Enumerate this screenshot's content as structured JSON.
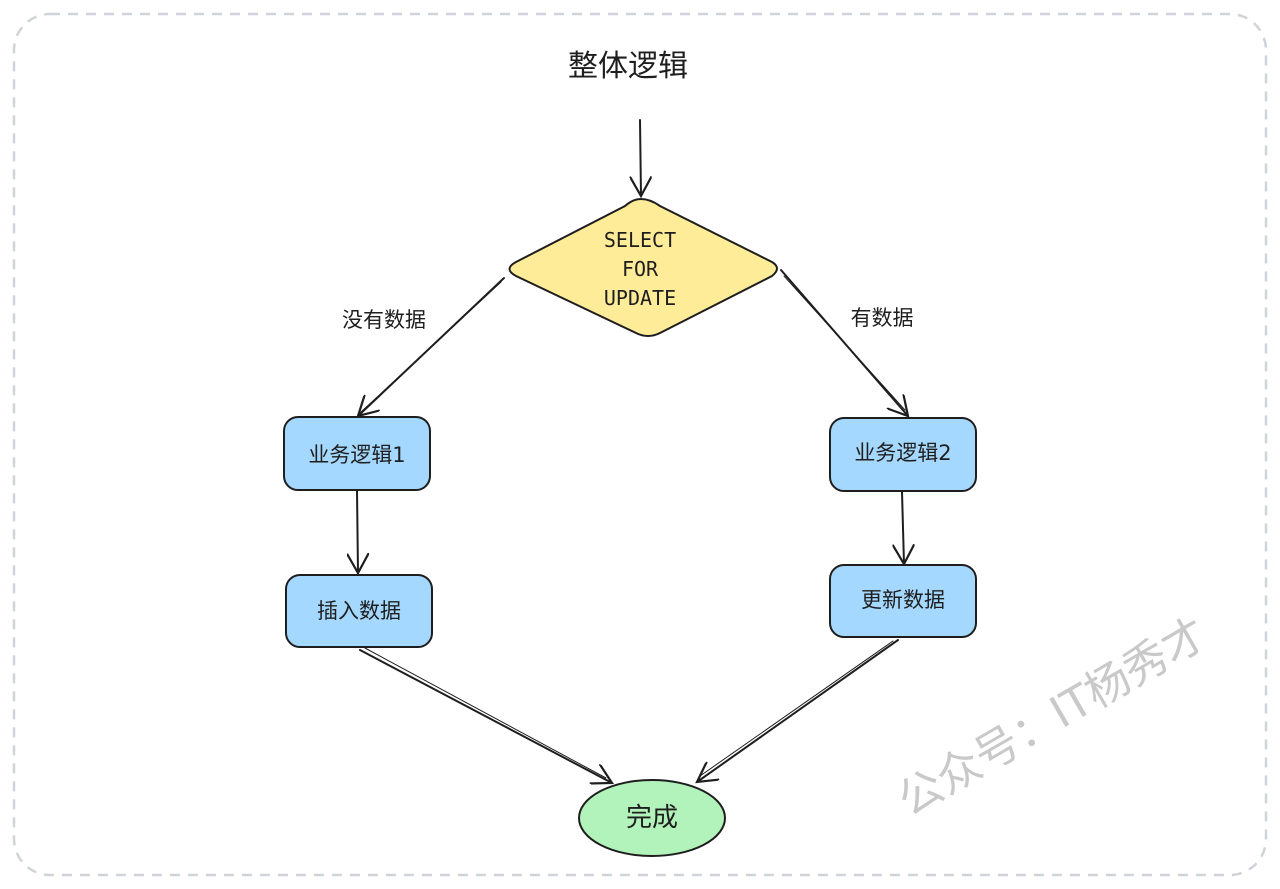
{
  "title": "整体逻辑",
  "decision": {
    "line1": "SELECT",
    "line2": "FOR",
    "line3": "UPDATE"
  },
  "edge_labels": {
    "no_data": "没有数据",
    "has_data": "有数据"
  },
  "nodes": {
    "logic1": "业务逻辑1",
    "logic2": "业务逻辑2",
    "insert": "插入数据",
    "update": "更新数据",
    "done": "完成"
  },
  "watermark": "公众号：IT杨秀才",
  "colors": {
    "diamond_fill": "#ffec99",
    "box_fill": "#a5d8ff",
    "end_fill": "#b2f2bb",
    "stroke": "#1e1e1e",
    "frame": "#ced4da"
  }
}
